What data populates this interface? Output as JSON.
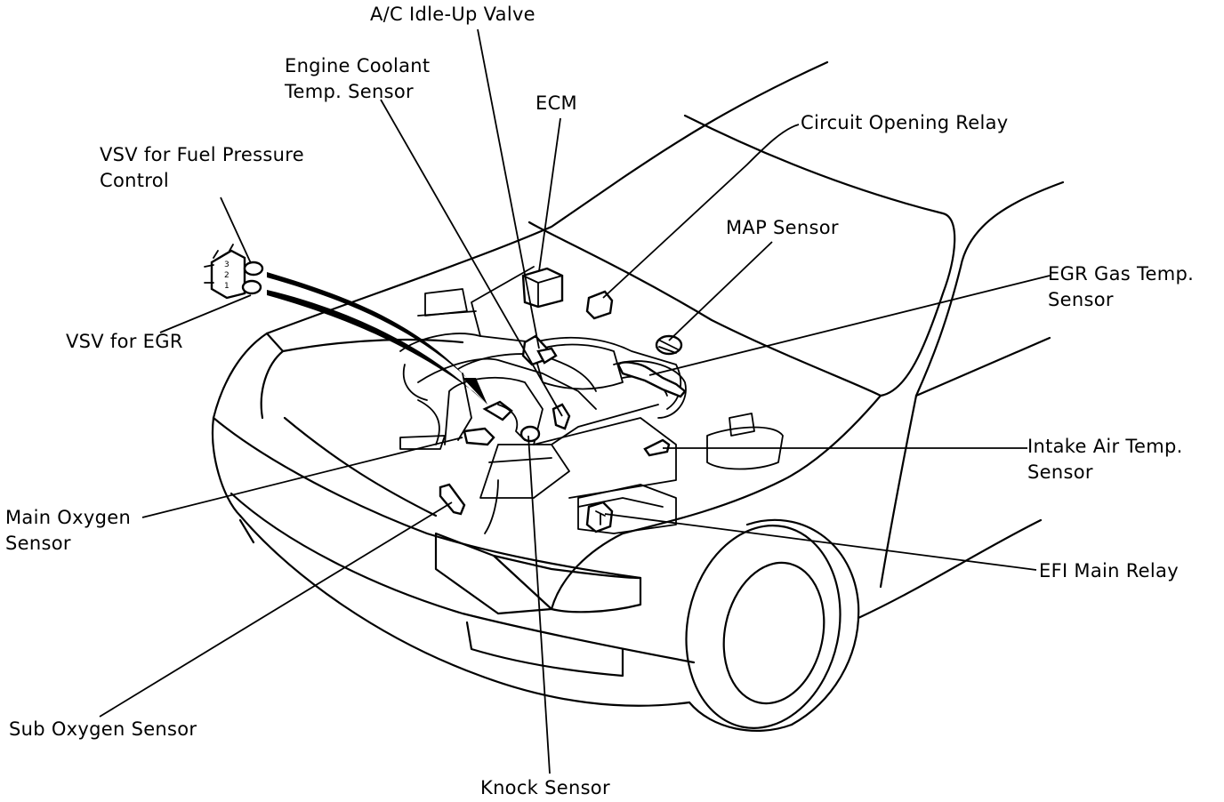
{
  "diagram": {
    "labels": {
      "ac_idle_up_valve": "A/C Idle-Up Valve",
      "engine_coolant_temp_sensor": "Engine Coolant\nTemp. Sensor",
      "ecm": "ECM",
      "circuit_opening_relay": "Circuit Opening Relay",
      "vsv_fuel_pressure_control": "VSV for Fuel Pressure\nControl",
      "map_sensor": "MAP Sensor",
      "egr_gas_temp_sensor": "EGR Gas Temp.\nSensor",
      "vsv_for_egr": "VSV for EGR",
      "intake_air_temp_sensor": "Intake Air Temp.\nSensor",
      "main_oxygen_sensor": "Main Oxygen\nSensor",
      "efi_main_relay": "EFI Main Relay",
      "sub_oxygen_sensor": "Sub Oxygen Sensor",
      "knock_sensor": "Knock Sensor"
    }
  }
}
